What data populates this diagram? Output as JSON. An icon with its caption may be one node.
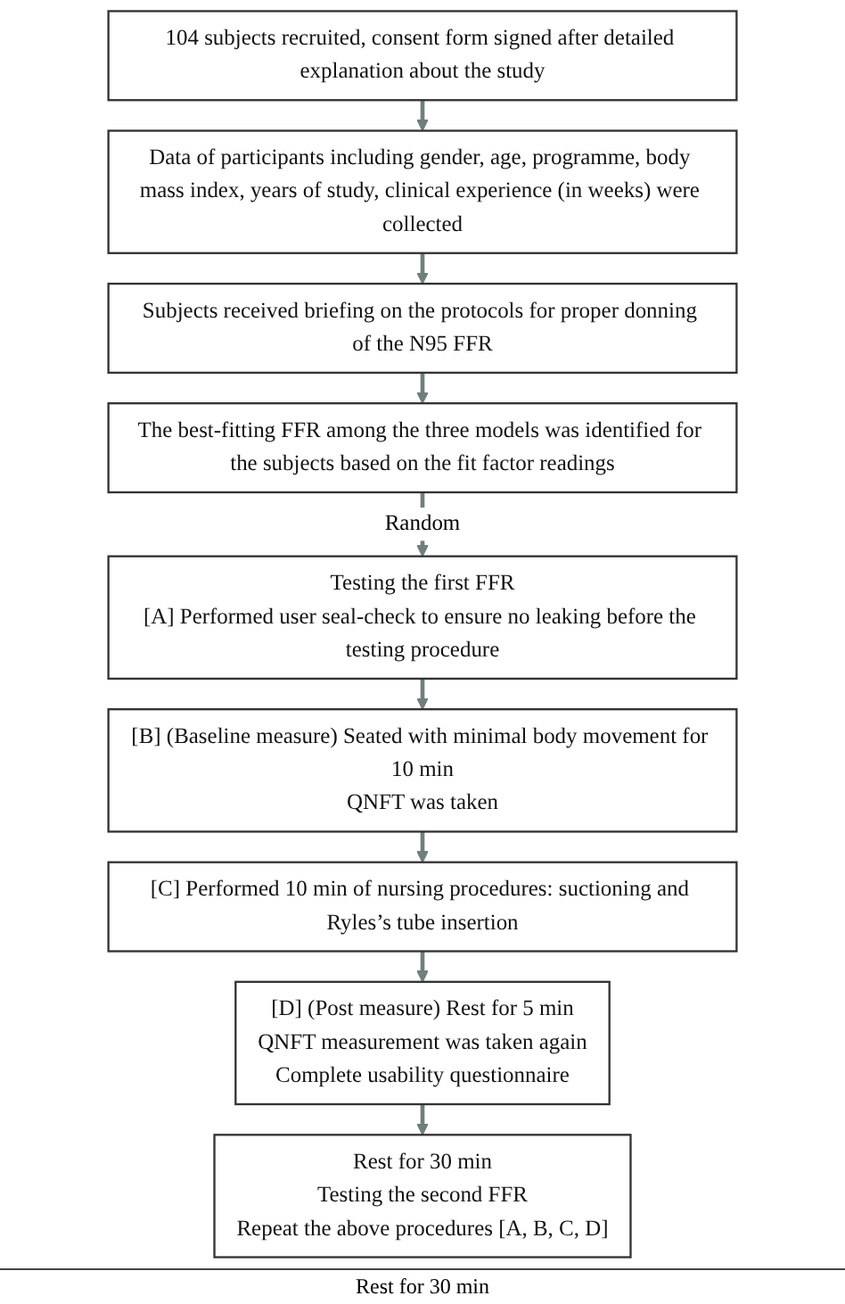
{
  "diagram": {
    "nodes": [
      {
        "text": [
          "104 subjects recruited, consent form signed after detailed explanation about the study"
        ]
      },
      {
        "text": [
          "Data of participants including gender, age, programme, body mass index, years of study, clinical experience (in weeks) were collected"
        ]
      },
      {
        "text": [
          "Subjects received briefing on the protocols for proper donning of the N95 FFR"
        ]
      },
      {
        "text": [
          "The best-fitting FFR among the three models was identified for the subjects based on the fit factor readings"
        ]
      },
      {
        "text": [
          "Testing the first FFR",
          "[A] Performed user seal-check to ensure no leaking before the testing procedure"
        ]
      },
      {
        "text": [
          "[B] (Baseline measure) Seated with minimal body movement for 10 min",
          "QNFT was taken"
        ]
      },
      {
        "text": [
          "[C] Performed 10 min of nursing procedures: suctioning and Ryles’s tube insertion"
        ]
      },
      {
        "text": [
          "[D] (Post measure) Rest for 5 min",
          "QNFT measurement was taken again",
          "Complete usability questionnaire"
        ]
      },
      {
        "text": [
          "Rest for 30 min",
          "Testing the second FFR",
          "Repeat the above procedures [A, B, C, D]"
        ]
      }
    ],
    "edges": [
      {
        "from": 0,
        "to": 1,
        "arrow": "to"
      },
      {
        "from": 1,
        "to": 2,
        "arrow": "to"
      },
      {
        "from": 2,
        "to": 3,
        "arrow": "to"
      },
      {
        "from": 3,
        "to": 4,
        "arrow": "to",
        "label": "Random"
      },
      {
        "from": 4,
        "to": 5,
        "arrow": "to"
      },
      {
        "from": 5,
        "to": 6,
        "arrow": "to"
      },
      {
        "from": 6,
        "to": 7,
        "arrow": "to"
      },
      {
        "from": 7,
        "to": 8,
        "arrow": "to"
      }
    ],
    "labels": [
      "Rest for 30 min"
    ]
  }
}
